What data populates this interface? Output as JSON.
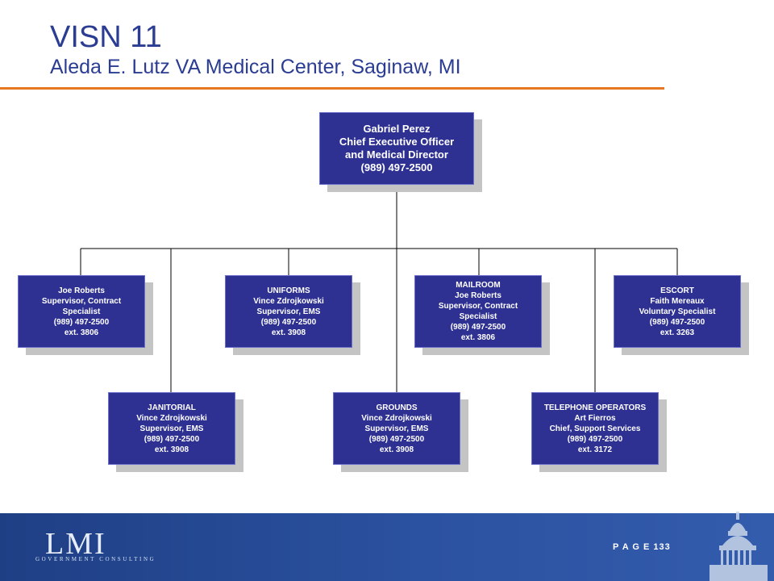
{
  "header": {
    "title": "VISN 11",
    "subtitle": "Aleda E. Lutz VA Medical Center, Saginaw, MI"
  },
  "colors": {
    "accent_rule": "#e87722",
    "title_text": "#2a3d92",
    "box_fill": "#2e3192",
    "box_shadow": "#c4c4c4",
    "footer": "#2b52a0"
  },
  "org_chart": {
    "root": {
      "lines": [
        "Gabriel Perez",
        "Chief Executive Officer",
        "and Medical Director",
        "(989) 497-2500"
      ]
    },
    "row1": [
      {
        "lines": [
          "Joe Roberts",
          "Supervisor, Contract",
          "Specialist",
          "(989) 497-2500",
          "ext. 3806"
        ]
      },
      {
        "lines": [
          "UNIFORMS",
          "Vince Zdrojkowski",
          "Supervisor, EMS",
          "(989) 497-2500",
          "ext. 3908"
        ]
      },
      {
        "lines": [
          "MAILROOM",
          "Joe Roberts",
          "Supervisor, Contract",
          "Specialist",
          "(989) 497-2500",
          "ext. 3806"
        ]
      },
      {
        "lines": [
          "ESCORT",
          "Faith Mereaux",
          "Voluntary Specialist",
          "(989) 497-2500",
          "ext. 3263"
        ]
      }
    ],
    "row2": [
      {
        "lines": [
          "JANITORIAL",
          "Vince Zdrojkowski",
          "Supervisor, EMS",
          "(989) 497-2500",
          "ext. 3908"
        ]
      },
      {
        "lines": [
          "GROUNDS",
          "Vince Zdrojkowski",
          "Supervisor, EMS",
          "(989) 497-2500",
          "ext. 3908"
        ]
      },
      {
        "lines": [
          "TELEPHONE OPERATORS",
          "Art Fierros",
          "Chief, Support Services",
          "(989) 497-2500",
          "ext. 3172"
        ]
      }
    ]
  },
  "footer": {
    "logo_text": "LMI",
    "logo_subtitle": "GOVERNMENT CONSULTING",
    "page_label": "P A G E  133"
  }
}
